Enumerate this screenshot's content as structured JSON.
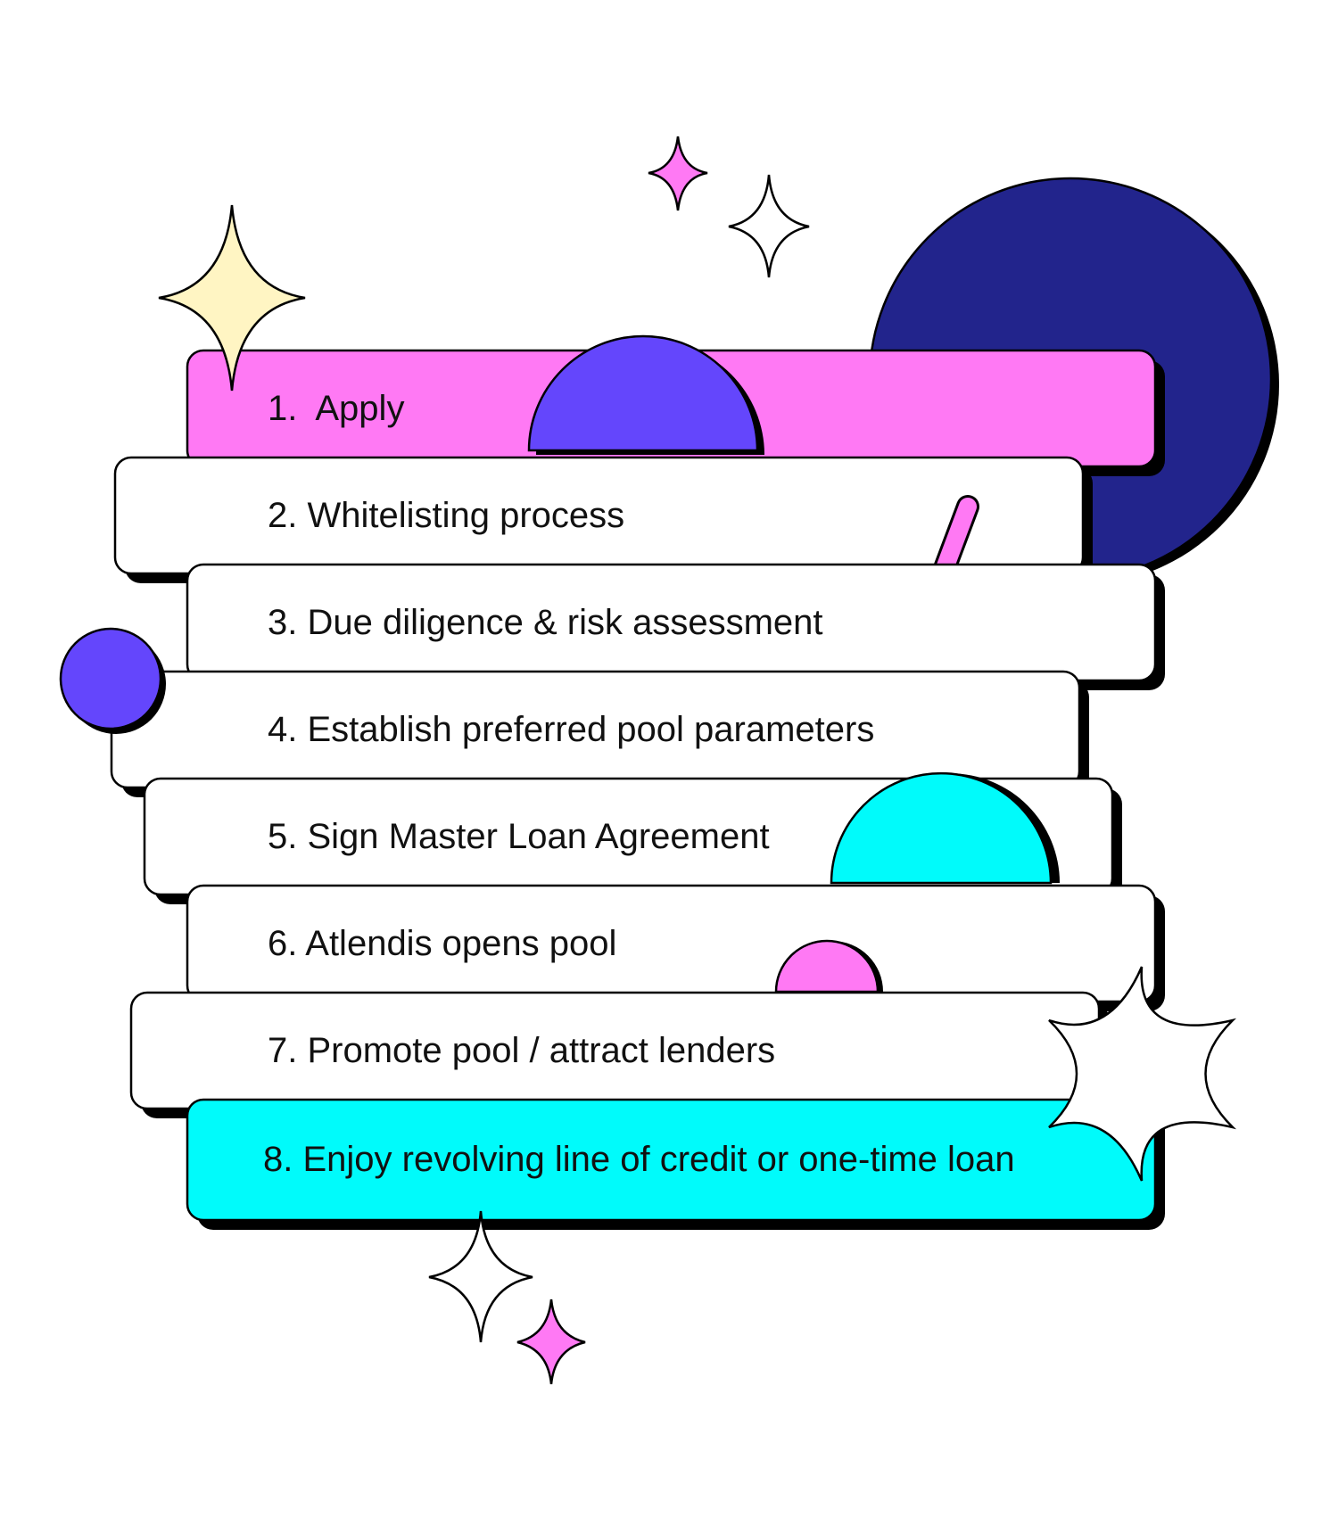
{
  "steps": [
    {
      "label": "1.  Apply",
      "fill": "#ff79f4"
    },
    {
      "label": "2. Whitelisting process",
      "fill": "#ffffff"
    },
    {
      "label": "3. Due diligence & risk assessment",
      "fill": "#ffffff"
    },
    {
      "label": "4. Establish preferred pool parameters",
      "fill": "#ffffff"
    },
    {
      "label": "5. Sign Master Loan Agreement",
      "fill": "#ffffff"
    },
    {
      "label": "6. Atlendis opens pool",
      "fill": "#ffffff"
    },
    {
      "label": "7. Promote pool / attract lenders",
      "fill": "#ffffff"
    },
    {
      "label": "8. Enjoy revolving line of credit or one-time loan",
      "fill": "#00fbfb"
    }
  ],
  "colors": {
    "navy": "#22248c",
    "violet": "#6446fc",
    "pink": "#ff79f4",
    "cyan": "#00fbfb",
    "cream": "#fff5c3",
    "ink": "#000000"
  },
  "icons": {
    "sparkle_large": "four-point-star-icon",
    "sparkle_small": "four-point-star-icon",
    "burst": "eight-point-burst-icon"
  }
}
